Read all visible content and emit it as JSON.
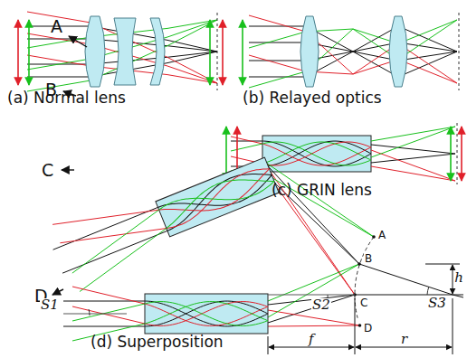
{
  "diagram": {
    "labels": [
      "(a) Normal lens",
      "(b) Relayed optics",
      "(c) GRIN lens",
      "(d) Superposition",
      "A",
      "B",
      "C",
      "D",
      "A",
      "B",
      "C",
      "D",
      "S1",
      "S2",
      "S3",
      "h",
      "f",
      "r"
    ]
  }
}
